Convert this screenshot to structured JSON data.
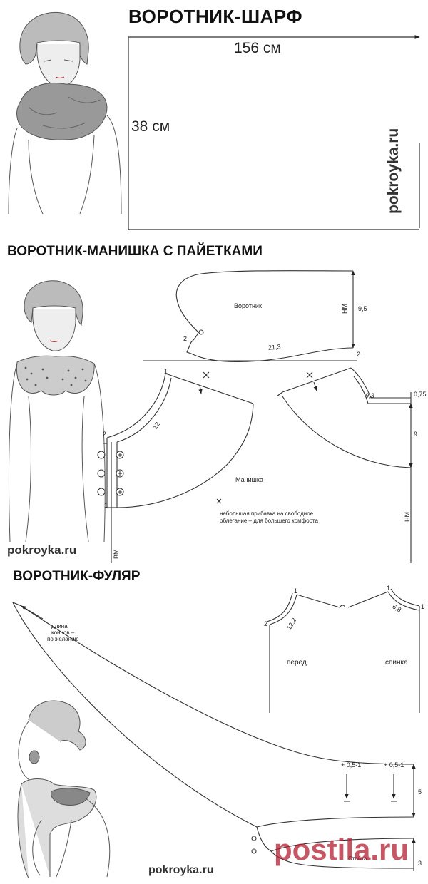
{
  "scarf": {
    "title": "ВОРОТНИК-ШАРФ",
    "width_label": "156 см",
    "height_label": "38 см",
    "watermark": "pokroyka.ru"
  },
  "manishka": {
    "title": "ВОРОТНИК-МАНИШКА С ПАЙЕТКАМИ",
    "collar_label": "Воротник",
    "collar_hm": "НМ",
    "collar_height": "9,5",
    "collar_length": "21,3",
    "collar_left_mark": "2",
    "collar_right_mark": "2",
    "front_mark_1": "1",
    "front_mark_2": "2",
    "front_mark_bottom": "1",
    "front_neck": "12",
    "back_neck": "9,3",
    "back_right": "0,75",
    "back_drop": "9",
    "back_hm": "НМ",
    "front_vm": "ВМ",
    "panel_label": "Манишка",
    "note_line1": "небольшая прибавка на свободное",
    "note_line2": "облегание – для большего комфорта",
    "watermark": "pokroyka.ru"
  },
  "fulyar": {
    "title": "ВОРОТНИК-ФУЛЯР",
    "length_note_1": "длина",
    "length_note_2": "концов –",
    "length_note_3": "по желанию",
    "front_label": "перед",
    "back_label": "спинка",
    "front_mark_1": "1",
    "front_mark_2": "2",
    "front_neck": "12,2",
    "back_mark": "1",
    "back_neck": "6,8",
    "back_right_mark": "1",
    "add_left": "+ 0,5-1",
    "add_right": "+ 0,5-1",
    "height_5": "5",
    "stand_label": "Стойка",
    "stand_height": "3",
    "watermark": "pokroyka.ru"
  },
  "stamp": {
    "text_prefix": "postila",
    "text_suffix": ".ru"
  }
}
